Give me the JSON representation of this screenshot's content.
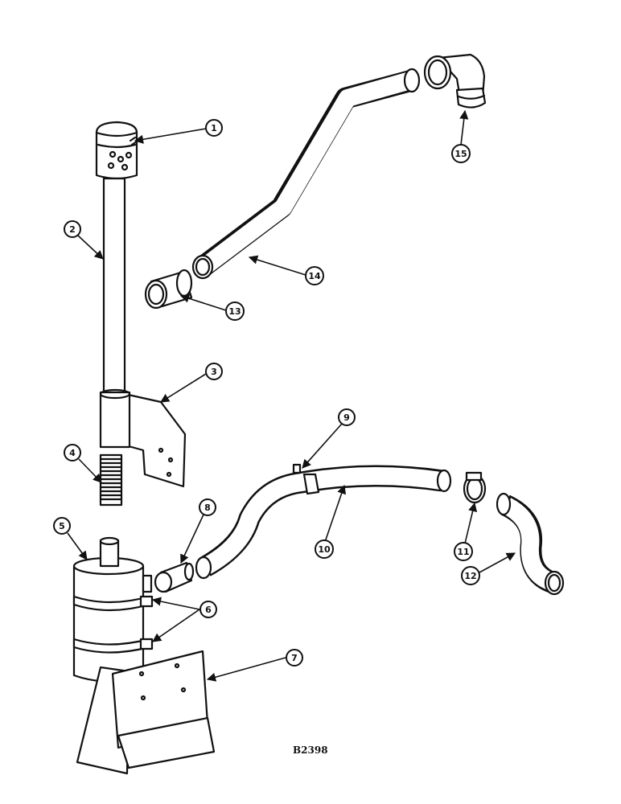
{
  "figure_code": "B2398",
  "callouts": [
    {
      "id": "1"
    },
    {
      "id": "2"
    },
    {
      "id": "3"
    },
    {
      "id": "4"
    },
    {
      "id": "5"
    },
    {
      "id": "6"
    },
    {
      "id": "7"
    },
    {
      "id": "8"
    },
    {
      "id": "9"
    },
    {
      "id": "10"
    },
    {
      "id": "11"
    },
    {
      "id": "12"
    },
    {
      "id": "13"
    },
    {
      "id": "14"
    },
    {
      "id": "15"
    }
  ]
}
